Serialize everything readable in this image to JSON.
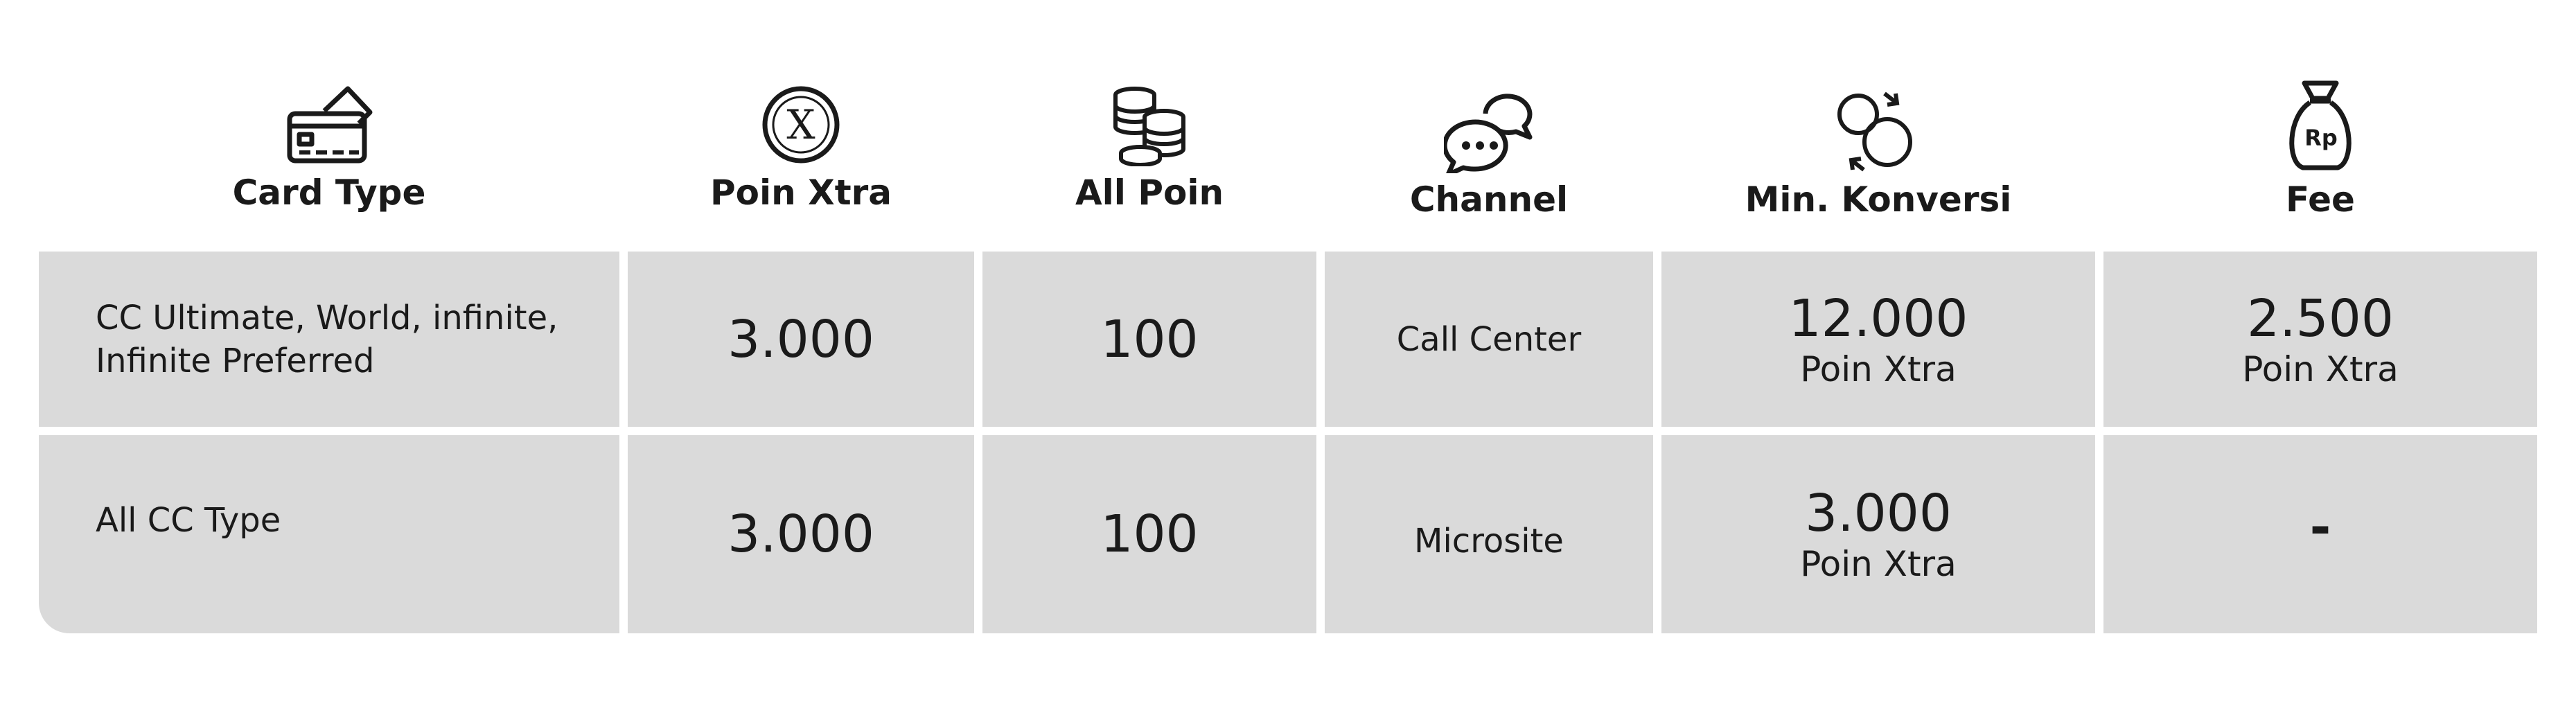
{
  "headers": [
    {
      "label": "Card Type",
      "icon": "credit-card-icon"
    },
    {
      "label": "Poin Xtra",
      "icon": "poin-xtra-coin-icon"
    },
    {
      "label": "All Poin",
      "icon": "coin-stack-icon"
    },
    {
      "label": "Channel",
      "icon": "chat-bubbles-icon"
    },
    {
      "label": "Min. Konversi",
      "icon": "conversion-circles-icon"
    },
    {
      "label": "Fee",
      "icon": "money-bag-icon"
    }
  ],
  "coin_letter": "X",
  "bag_text": "Rp",
  "rows": [
    {
      "card_type_line1": "CC Ultimate, World, infinite,",
      "card_type_line2": "Infinite Preferred",
      "poin_xtra": "3.000",
      "all_poin": "100",
      "channel": "Call Center",
      "min_konversi_value": "12.000",
      "min_konversi_unit": "Poin Xtra",
      "fee_value": "2.500",
      "fee_unit": "Poin Xtra"
    },
    {
      "card_type_line1": "All CC Type",
      "poin_xtra": "3.000",
      "all_poin": "100",
      "channel": "Microsite",
      "min_konversi_value": "3.000",
      "min_konversi_unit": "Poin Xtra",
      "fee_value": "-"
    }
  ]
}
